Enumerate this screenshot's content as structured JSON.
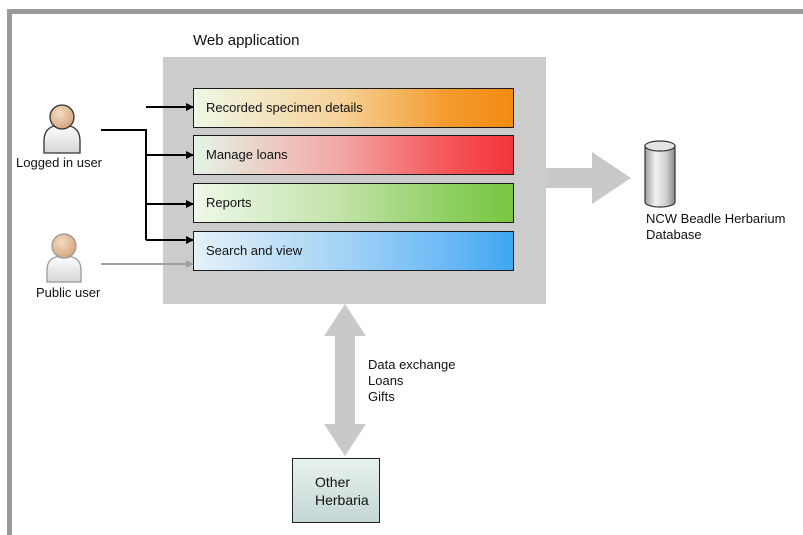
{
  "diagram": {
    "web_app": {
      "title": "Web application",
      "modules": [
        {
          "label": "Recorded specimen details"
        },
        {
          "label": "Manage loans"
        },
        {
          "label": "Reports"
        },
        {
          "label": "Search and view"
        }
      ]
    },
    "actors": {
      "logged_in": {
        "label": "Logged in user",
        "icon": "user-icon"
      },
      "public": {
        "label": "Public user",
        "icon": "user-icon"
      }
    },
    "database": {
      "icon": "database-cylinder-icon",
      "line1": "NCW Beadle Herbarium",
      "line2": "Database"
    },
    "exchange": {
      "lines": [
        "Data exchange",
        "Loans",
        "Gifts"
      ]
    },
    "other_herbaria": {
      "line1": "Other",
      "line2": "Herbaria"
    },
    "colors": {
      "frame": "#9a9a9a",
      "panel": "#cccccc",
      "arrow": "#c9c9c9",
      "module_1_accent": "#f48a14",
      "module_2_accent": "#f3353b",
      "module_3_accent": "#78c640",
      "module_4_accent": "#3ea6f0"
    }
  }
}
